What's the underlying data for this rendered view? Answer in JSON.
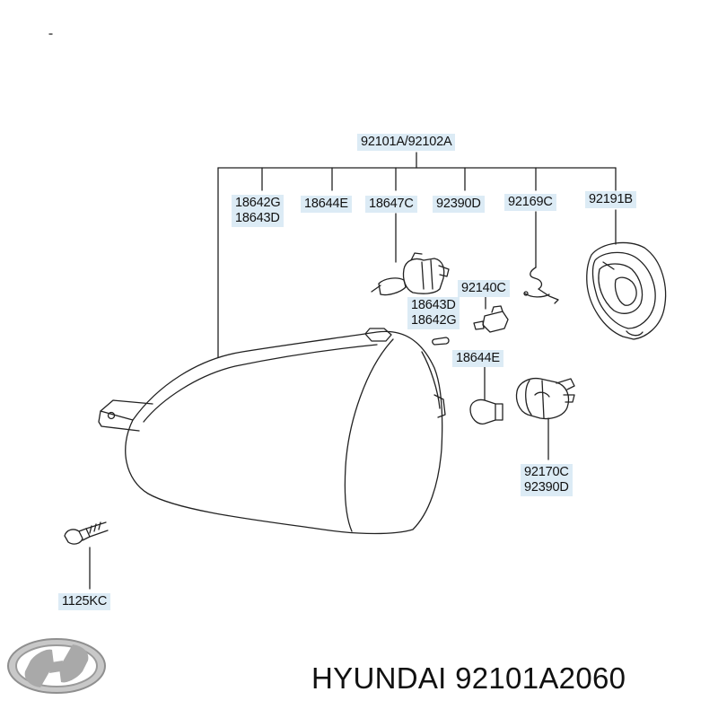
{
  "labels": {
    "assembly": "92101A/92102A",
    "l18642g_18643d": [
      "18642G",
      "18643D"
    ],
    "l18644e_top": "18644E",
    "l18647c": "18647C",
    "l92390d_top": "92390D",
    "l92169c": "92169C",
    "l92191b": "92191B",
    "l92140c": "92140C",
    "l18643d_18642g": [
      "18643D",
      "18642G"
    ],
    "l18644e_mid": "18644E",
    "l92170c_92390d": [
      "92170C",
      "92390D"
    ],
    "l1125kc": "1125KC"
  },
  "caption": "HYUNDAI 92101A2060",
  "colors": {
    "label_bg": "#dcebf5",
    "line": "#222222",
    "logo_silver": "#a9a9a9"
  }
}
